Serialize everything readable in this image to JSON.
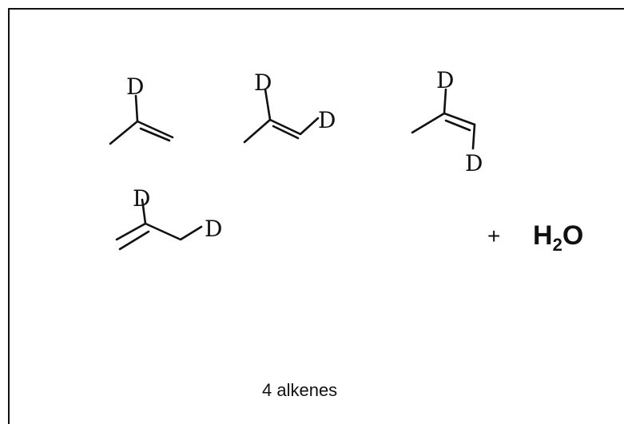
{
  "label_d": "D",
  "reaction": {
    "plus": "+",
    "water_main": "H",
    "water_sub": "2",
    "water_tail": "O"
  },
  "caption": "4 alkenes"
}
